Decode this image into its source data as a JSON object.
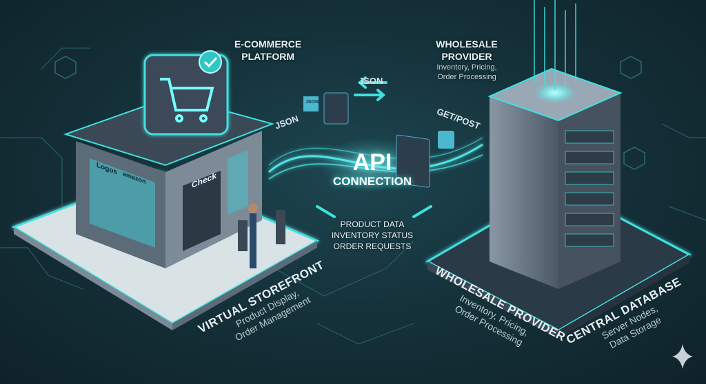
{
  "top_labels": {
    "ecommerce": {
      "line1": "E-COMMERCE",
      "line2": "PLATFORM"
    },
    "wholesale": {
      "line1": "WHOLESALE",
      "line2": "PROVIDER",
      "sub1": "Inventory, Pricing,",
      "sub2": "Order Processing"
    }
  },
  "center": {
    "title": "API",
    "subtitle": "CONNECTION"
  },
  "data_tags": {
    "json_top": "JSON",
    "json_left": "JSON",
    "json_doc": "JSON",
    "get_post": "GET/POST"
  },
  "flows": {
    "line1": "PRODUCT DATA",
    "line2": "INVENTORY STATUS",
    "line3": "ORDER REQUESTS"
  },
  "store_signs": {
    "logos": "Logos",
    "amazon": "amazon",
    "check": "Check"
  },
  "bottom_labels": {
    "storefront": {
      "title": "VIRTUAL STOREFRONT",
      "sub1": "Product Display,",
      "sub2": "Order Management"
    },
    "provider": {
      "title": "WHOLESALE PROVIDER",
      "sub1": "Inventory, Pricing,",
      "sub2": "Order Processing"
    },
    "database": {
      "title": "CENTRAL DATABASE",
      "sub1": "Server Nodes,",
      "sub2": "Data Storage"
    }
  },
  "colors": {
    "background": "#15323b",
    "accent": "#3fe0e0",
    "building": "#5c6b78"
  },
  "icons": [
    "shopping-cart-icon",
    "checkmark-icon",
    "sparkle-icon",
    "hexagon-icon"
  ]
}
